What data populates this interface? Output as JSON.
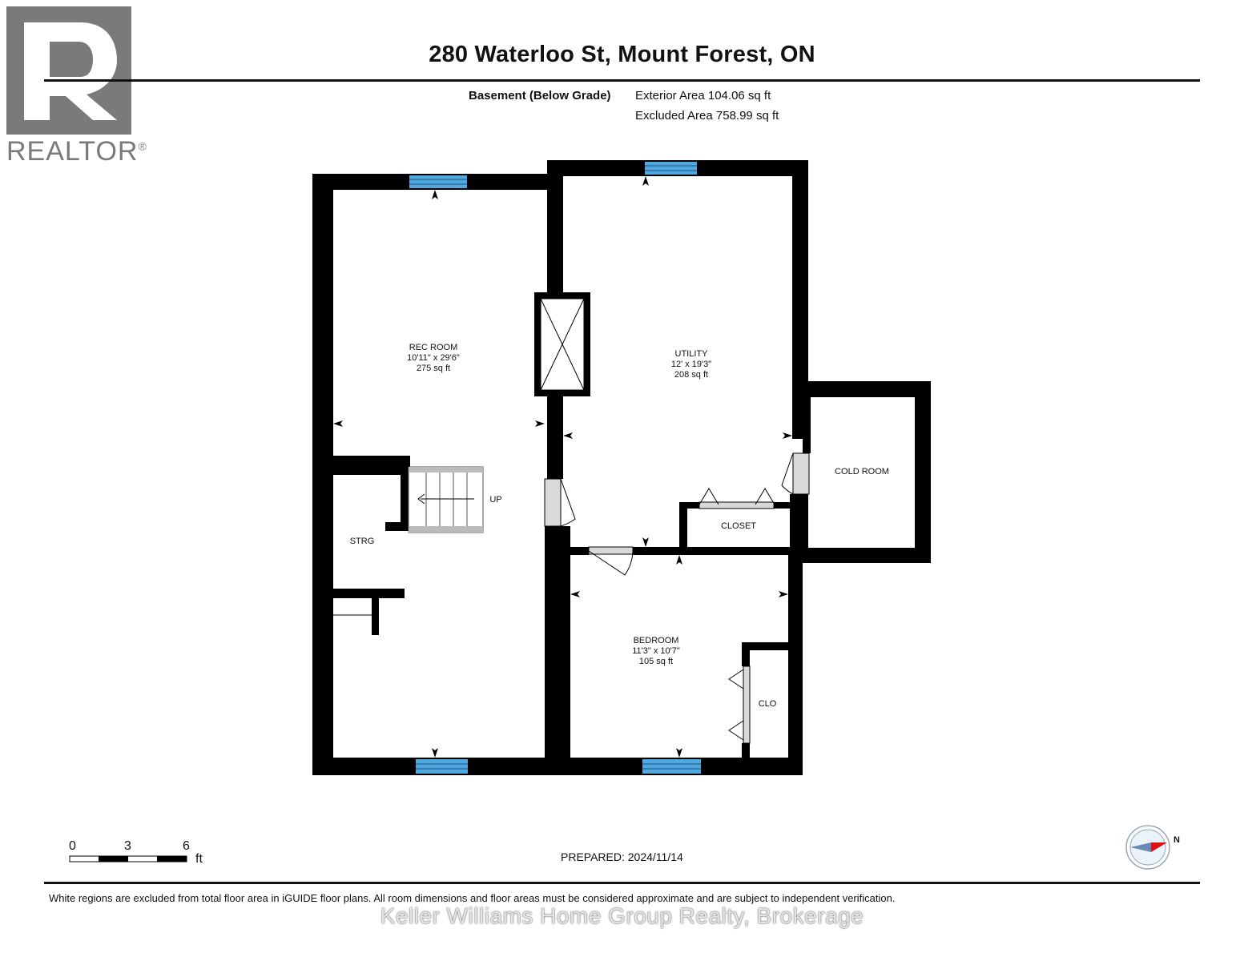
{
  "header": {
    "title": "280 Waterloo St, Mount Forest, ON",
    "level_label": "Basement (Below Grade)",
    "exterior_area": "Exterior Area 104.06 sq ft",
    "excluded_area": "Excluded Area 758.99 sq ft"
  },
  "logo": {
    "text": "REALTOR",
    "mark": "®",
    "color": "#7a7a7a"
  },
  "rooms": {
    "rec_room": {
      "name": "REC ROOM",
      "dims": "10'11\" x 29'6\"",
      "area": "275 sq ft"
    },
    "utility": {
      "name": "UTILITY",
      "dims": "12' x 19'3\"",
      "area": "208 sq ft"
    },
    "bedroom": {
      "name": "BEDROOM",
      "dims": "11'3\" x 10'7\"",
      "area": "105 sq ft"
    },
    "cold_room": {
      "name": "COLD ROOM"
    },
    "closet": {
      "name": "CLOSET"
    },
    "clo": {
      "name": "CLO"
    },
    "strg": {
      "name": "STRG"
    },
    "stairs_label": "UP"
  },
  "scale": {
    "ticks": [
      "0",
      "3",
      "6"
    ],
    "unit": "ft"
  },
  "prepared": "PREPARED: 2024/11/14",
  "compass_label": "N",
  "disclaimer": "White regions are excluded from total floor area in iGUIDE floor plans. All room dimensions and floor areas must be considered approximate and are subject to independent verification.",
  "watermark": "Keller Williams Home Group Realty, Brokerage",
  "colors": {
    "wall": "#000000",
    "window": "#4fa8e0",
    "door_fill": "#d9d9d9",
    "compass_arrow": "#e01010"
  }
}
